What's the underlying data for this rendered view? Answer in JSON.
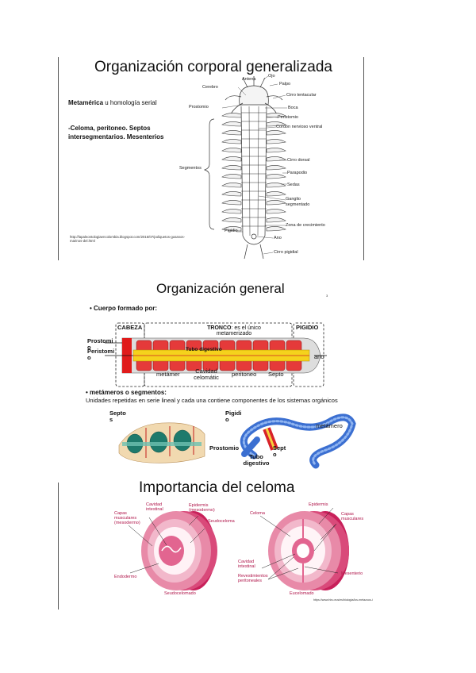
{
  "slide1": {
    "title": "Organización corporal generalizada",
    "subtitle_bold": "Metamérica",
    "subtitle_rest": " u homología serial",
    "bullet": "-Celoma, peritoneo. Septos intersegmentarios. Mesenterios",
    "url": "http://lapaleontologiaencolombia.blogspot.com/2015/07/poliquetos-gusanos-marinos-del.html",
    "labels": {
      "antena": "Antena",
      "ojo": "Ojo",
      "cerebro": "Cerebro",
      "palpo": "Palpo",
      "prostomio": "Prostomio",
      "cirro_tentacular": "Cirro tentacular",
      "boca": "Boca",
      "peristomio": "Peristomio",
      "cordon": "Cordón nervioso ventral",
      "segmentos": "Segmentos",
      "cirro_dorsal": "Cirro dorsal",
      "parapodio": "Parapodio",
      "sedas": "Sedas",
      "ganglio": "Ganglio segmentado",
      "zona": "Zona de crecimiento",
      "pigidio": "Pigidio",
      "ano": "Ano",
      "cirro_pigidial": "Cirro pigidial"
    }
  },
  "slide2": {
    "title": "Organización general",
    "page_number": "3",
    "bullet1": "• Cuerpo formado por:",
    "labels": {
      "cabeza": "CABEZA",
      "tronco_bold": "TRONCO",
      "tronco_rest": ": es el único metamerizado",
      "pigidio": "PIGIDIO",
      "prostomio": "Prostomi o",
      "peristomio": "Peristomi o",
      "tubo": "Tubo digestivo",
      "ano": "ano",
      "metamer": "metámer",
      "cavidad": "Cavidad celomátic",
      "peritoneo": "peritoneo",
      "septo": "Septo"
    },
    "bullet2": "• metámeros o segmentos:",
    "bullet2_text": "Unidades repetidas  en serie lineal y cada una contiene componentes de los sistemas orgánicos",
    "labels2": {
      "septos": "Septo s",
      "pigidio": "Pigidi o",
      "metamero": "metámero",
      "prostomio": "Prostomio",
      "septo": "Sept o",
      "tubo": "Tubo digestivo"
    }
  },
  "slide3": {
    "title": "Importancia del celoma",
    "left": {
      "cavidad": "Cavidad intestinal",
      "capas": "Capas musculares (mesodermo)",
      "epidermis": "Epidermis (mesodermo)",
      "seudocelo": "Seudocelo­ma",
      "endodermo": "Endodermo",
      "caption": "Seudocelomado"
    },
    "right": {
      "celoma": "Celoma",
      "epidermis": "Epidermis",
      "capas": "Capas musculares",
      "cavidad": "Cavidad intestinal",
      "revestimiento": "Revestimientos peritoneales",
      "mesenterio": "Mesenterio",
      "caption": "Eucelomado"
    },
    "url": "https://www.hiru.eus/es/biologia/los-metazoos-i"
  }
}
